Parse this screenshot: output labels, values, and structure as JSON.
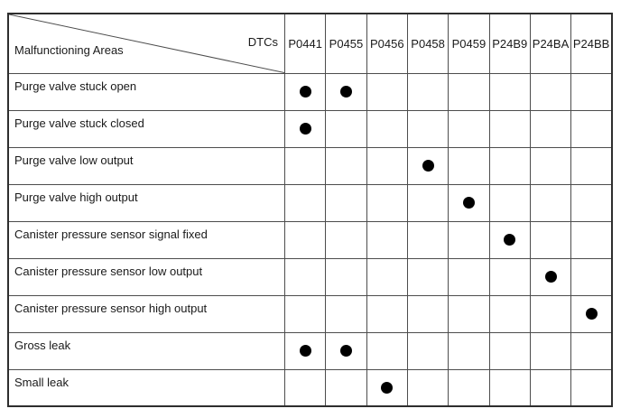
{
  "table": {
    "corner": {
      "top_label": "DTCs",
      "bottom_label": "Malfunctioning Areas"
    },
    "columns": [
      "P0441",
      "P0455",
      "P0456",
      "P0458",
      "P0459",
      "P24B9",
      "P24BA",
      "P24BB"
    ],
    "rows": [
      {
        "label": "Purge valve stuck open",
        "dtcs": [
          "P0441",
          "P0455"
        ]
      },
      {
        "label": "Purge valve stuck closed",
        "dtcs": [
          "P0441"
        ]
      },
      {
        "label": "Purge valve low output",
        "dtcs": [
          "P0458"
        ]
      },
      {
        "label": "Purge valve high output",
        "dtcs": [
          "P0459"
        ]
      },
      {
        "label": "Canister pressure sensor signal fixed",
        "dtcs": [
          "P24B9"
        ]
      },
      {
        "label": "Canister pressure sensor low output",
        "dtcs": [
          "P24BA"
        ]
      },
      {
        "label": "Canister pressure sensor high output",
        "dtcs": [
          "P24BB"
        ]
      },
      {
        "label": "Gross leak",
        "dtcs": [
          "P0441",
          "P0455"
        ]
      },
      {
        "label": "Small leak",
        "dtcs": [
          "P0456"
        ]
      }
    ],
    "marker": "filled-circle"
  },
  "colors": {
    "background": "#ffffff",
    "outer_border": "#2e2e2e",
    "inner_border": "#4d4d4d",
    "text": "#1a1a1a",
    "dot": "#000000"
  }
}
